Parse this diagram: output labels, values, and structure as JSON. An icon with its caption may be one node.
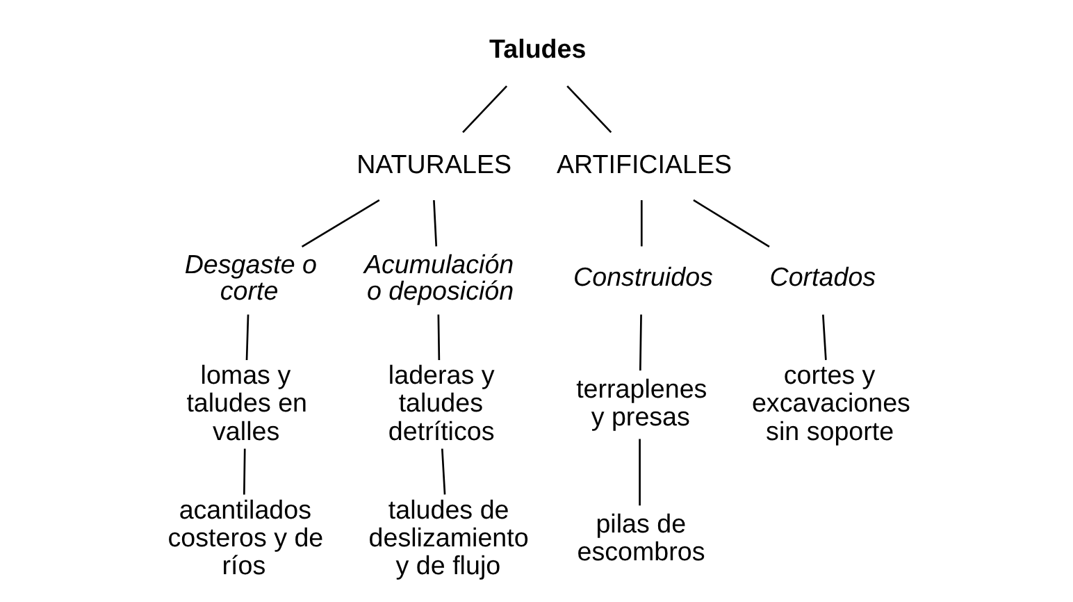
{
  "diagram": {
    "nodes": [
      {
        "text": [
          "Taludes"
        ]
      },
      {
        "text": [
          "NATURALES"
        ]
      },
      {
        "text": [
          "ARTIFICIALES"
        ]
      },
      {
        "text": [
          "Desgaste o corte"
        ]
      },
      {
        "text": [
          "Acumulación o deposición"
        ]
      },
      {
        "text": [
          "Construidos"
        ]
      },
      {
        "text": [
          "Cortados"
        ]
      },
      {
        "text": [
          "lomas y taludes en valles"
        ]
      },
      {
        "text": [
          "acantilados costeros y de ríos"
        ]
      },
      {
        "text": [
          "laderas y taludes detríticos"
        ]
      },
      {
        "text": [
          "taludes de deslizamiento y de flujo"
        ]
      },
      {
        "text": [
          "terraplenes y presas"
        ]
      },
      {
        "text": [
          "pilas de escombros"
        ]
      },
      {
        "text": [
          "cortes y excavaciones sin soporte"
        ]
      }
    ],
    "edges": [
      {
        "from": 0,
        "to": 1,
        "arrow": "none"
      },
      {
        "from": 0,
        "to": 2,
        "arrow": "none"
      },
      {
        "from": 1,
        "to": 3,
        "arrow": "none"
      },
      {
        "from": 1,
        "to": 4,
        "arrow": "none"
      },
      {
        "from": 2,
        "to": 5,
        "arrow": "none"
      },
      {
        "from": 2,
        "to": 6,
        "arrow": "none"
      },
      {
        "from": 3,
        "to": 7,
        "arrow": "none"
      },
      {
        "from": 7,
        "to": 8,
        "arrow": "none"
      },
      {
        "from": 4,
        "to": 9,
        "arrow": "none"
      },
      {
        "from": 9,
        "to": 10,
        "arrow": "none"
      },
      {
        "from": 5,
        "to": 11,
        "arrow": "none"
      },
      {
        "from": 11,
        "to": 12,
        "arrow": "none"
      },
      {
        "from": 6,
        "to": 13,
        "arrow": "none"
      }
    ]
  }
}
